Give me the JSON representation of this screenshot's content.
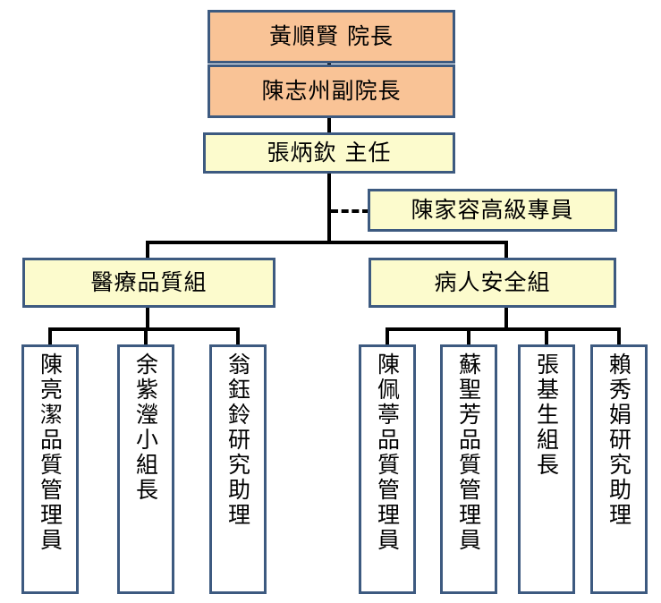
{
  "chart_title": "",
  "colors": {
    "executive_fill": "#f9c396",
    "unit_fill": "#fcfbcd",
    "leaf_fill": "#ffffff",
    "border": "#3d5a80",
    "connector": "#000000",
    "background": "#ffffff"
  },
  "nodes": {
    "director": {
      "label": "黃順賢  院長",
      "level": "executive"
    },
    "vice_director": {
      "label": "陳志州副院長",
      "level": "executive"
    },
    "chief": {
      "label": "張炳欽  主任",
      "level": "unit"
    },
    "staff_advisor": {
      "label": "陳家容高級專員",
      "level": "unit",
      "relation": "dashed"
    },
    "group_quality": {
      "label": "醫療品質組",
      "level": "unit"
    },
    "group_safety": {
      "label": "病人安全組",
      "level": "unit"
    }
  },
  "members": {
    "medical_quality_group": [
      {
        "label": "陳亮潔品質管理員"
      },
      {
        "label": "余紫瀅小組長"
      },
      {
        "label": "翁鈺鈴研究助理"
      }
    ],
    "patient_safety_group": [
      {
        "label": "陳佩葶品質管理員"
      },
      {
        "label": "蘇聖芳品質管理員"
      },
      {
        "label": "張基生組長"
      },
      {
        "label": "賴秀娟研究助理"
      }
    ]
  }
}
